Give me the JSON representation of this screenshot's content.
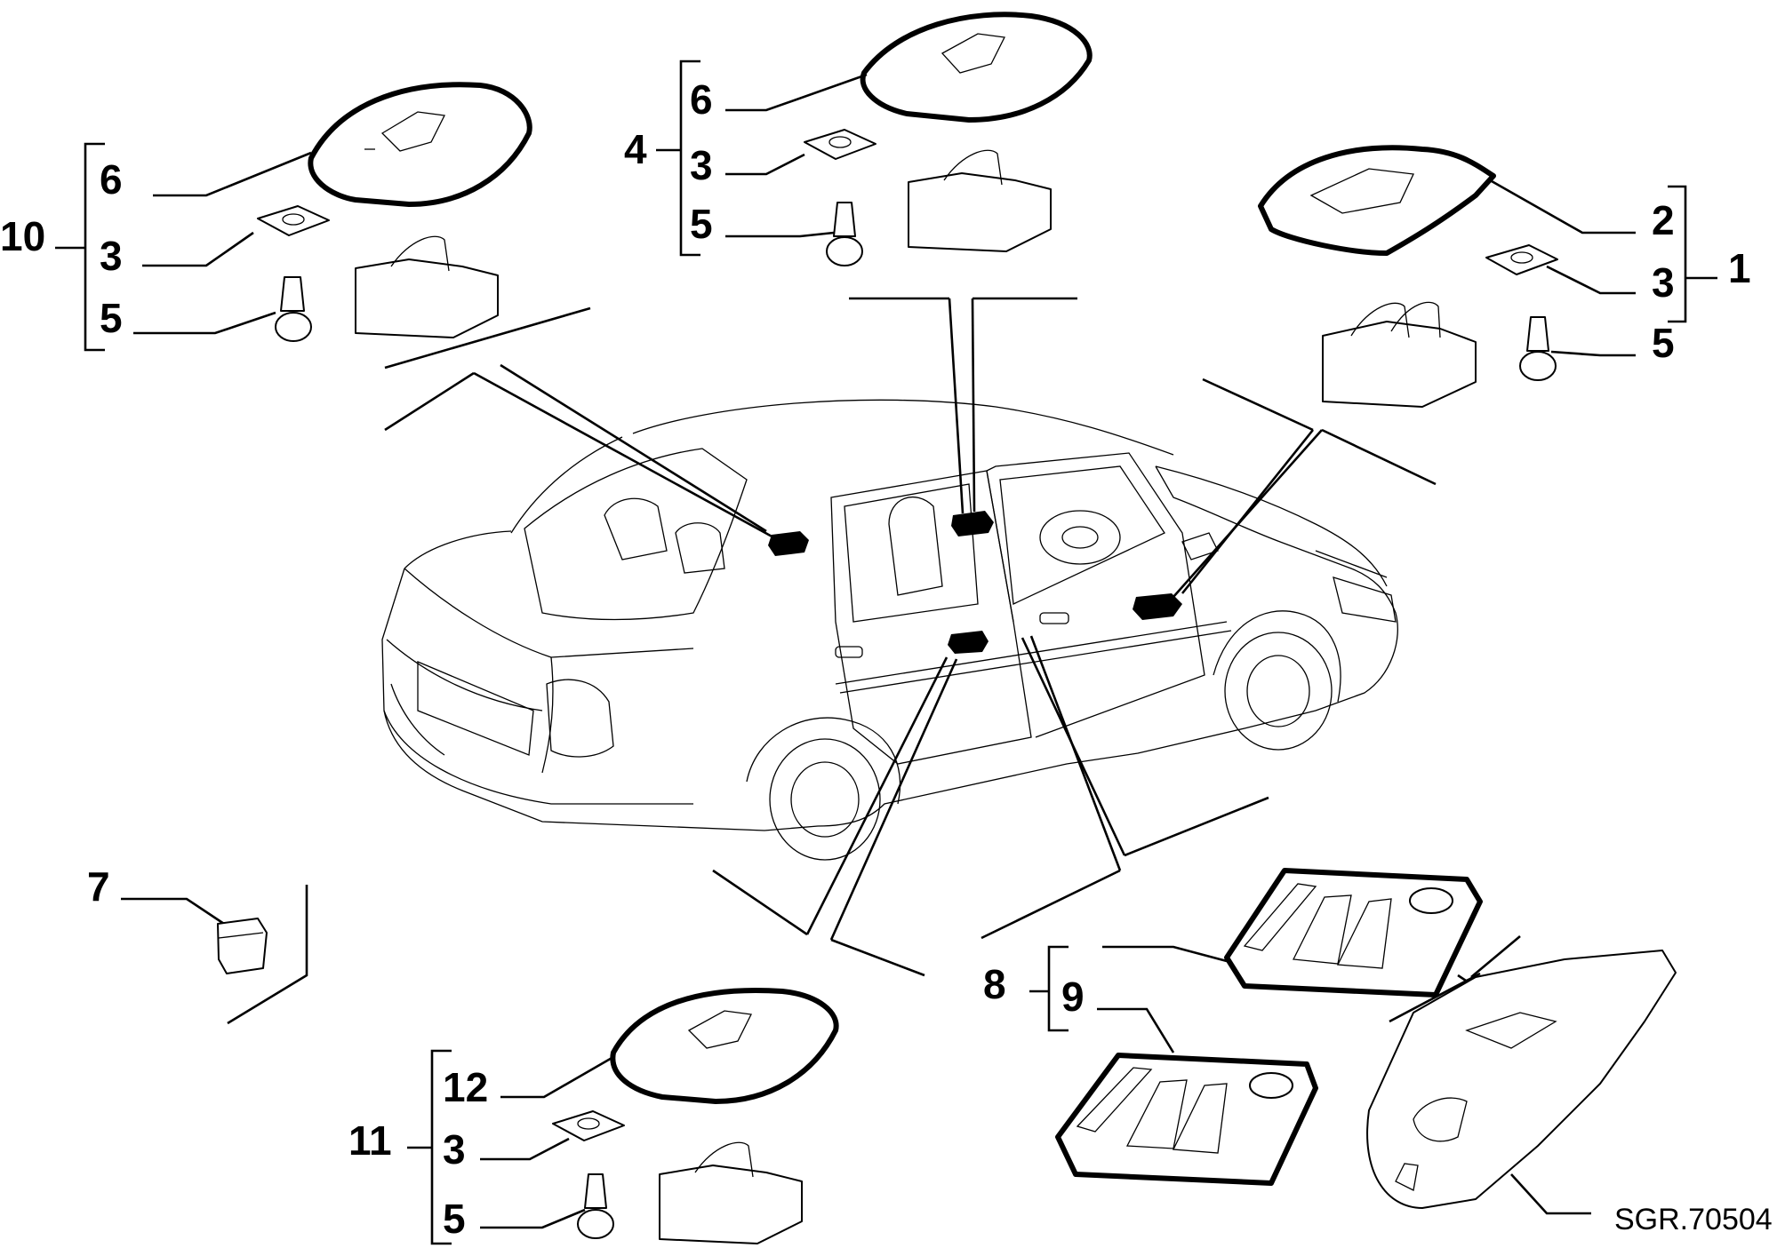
{
  "reference_code": "SGR.70504",
  "groups": [
    {
      "id": "group-10",
      "label": "10",
      "members": [
        "6",
        "3",
        "5"
      ]
    },
    {
      "id": "group-4",
      "label": "4",
      "members": [
        "6",
        "3",
        "5"
      ]
    },
    {
      "id": "group-1",
      "label": "1",
      "members": [
        "2",
        "3",
        "5"
      ]
    },
    {
      "id": "group-11",
      "label": "11",
      "members": [
        "12",
        "3",
        "5"
      ]
    },
    {
      "id": "group-8",
      "label": "8",
      "members": [
        "9"
      ]
    }
  ],
  "single_labels": {
    "item-7": "7"
  }
}
